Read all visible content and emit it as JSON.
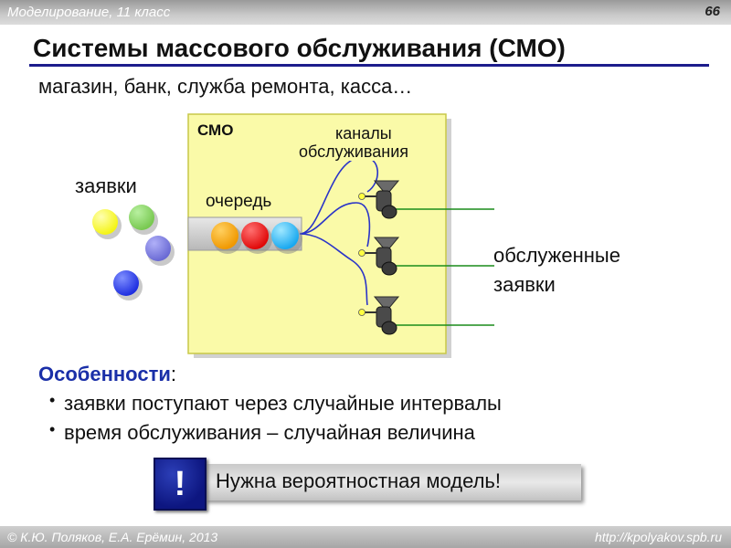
{
  "header": {
    "subject": "Моделирование, 11 класс",
    "page_number": "66"
  },
  "slide": {
    "title": "Системы массового обслуживания (СМО)",
    "examples": "магазин, банк, служба ремонта, касса…"
  },
  "diagram": {
    "box_label": "СМО",
    "channels_label_line1": "каналы",
    "channels_label_line2": "обслуживания",
    "requests_label": "заявки",
    "queue_label": "очередь",
    "served_label_line1": "обслуженные",
    "served_label_line2": "заявки",
    "colors": {
      "box_fill": "#fafaa8",
      "box_border": "#c8c848",
      "queue_tray": "#c8c8c8",
      "wire": "#2a34c8",
      "output_line": "#1a8c1a",
      "incoming": [
        "#f4f414",
        "#78c850",
        "#7070d8",
        "#2a3ae8"
      ],
      "queued": [
        "#f0a000",
        "#e80c0c",
        "#20b0f0"
      ]
    }
  },
  "features": {
    "heading": "Особенности",
    "colon": ":",
    "items": [
      "заявки поступают через случайные интервалы",
      "время обслуживания – случайная величина"
    ]
  },
  "callout": {
    "icon": "!",
    "text": "Нужна вероятностная модель!"
  },
  "footer": {
    "credit": "© К.Ю. Поляков, Е.А. Ерёмин, 2013",
    "url": "http://kpolyakov.spb.ru"
  }
}
